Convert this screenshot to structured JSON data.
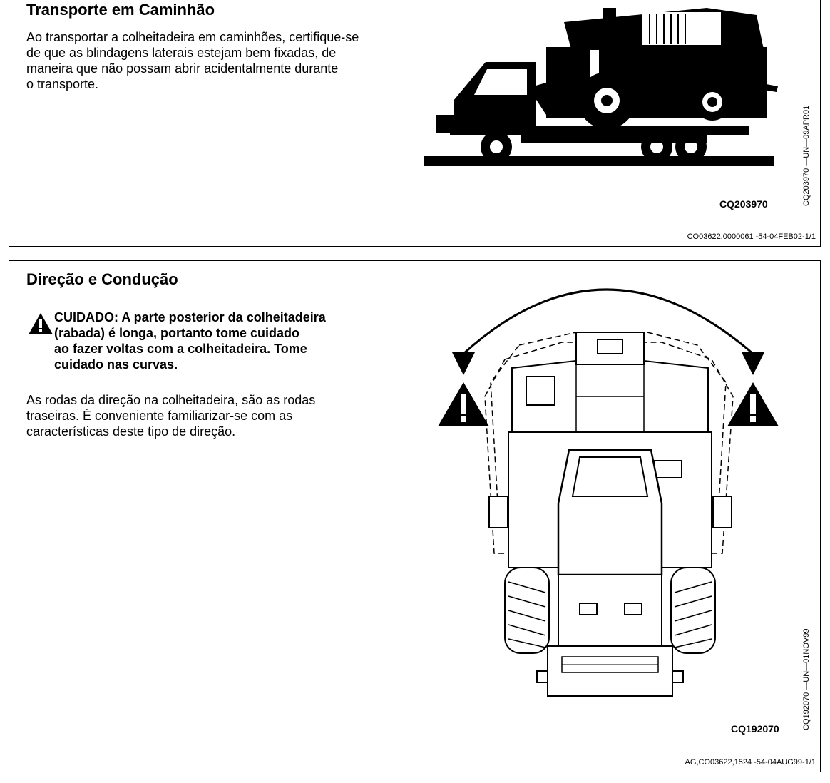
{
  "section1": {
    "title": "Transporte em Caminhão",
    "paragraph": "Ao transportar a colheitadeira em caminhões, certifique-se\nde que as blindagens laterais estejam bem fixadas, de\nmaneira que não possam abrir acidentalmente durante\no transporte.",
    "figure_label": "CQ203970",
    "figure_code": "CQ203970 —UN—09APR01",
    "footer": "CO03622,0000061 -54-04FEB02-1/1"
  },
  "section2": {
    "title": "Direção e Condução",
    "caution": "CUIDADO: A parte posterior da colheitadeira\n(rabada) é longa, portanto tome cuidado\nao fazer voltas com a colheitadeira.  Tome\ncuidado nas curvas.",
    "paragraph": "As rodas da direção na colheitadeira, são as rodas\ntraseiras.  É conveniente familiarizar-se com as\ncaracterísticas deste tipo de direção.",
    "figure_label": "CQ192070",
    "figure_code": "CQ192070 —UN—01NOV99",
    "footer": "AG,CO03622,1524 -54-04AUG99-1/1"
  }
}
